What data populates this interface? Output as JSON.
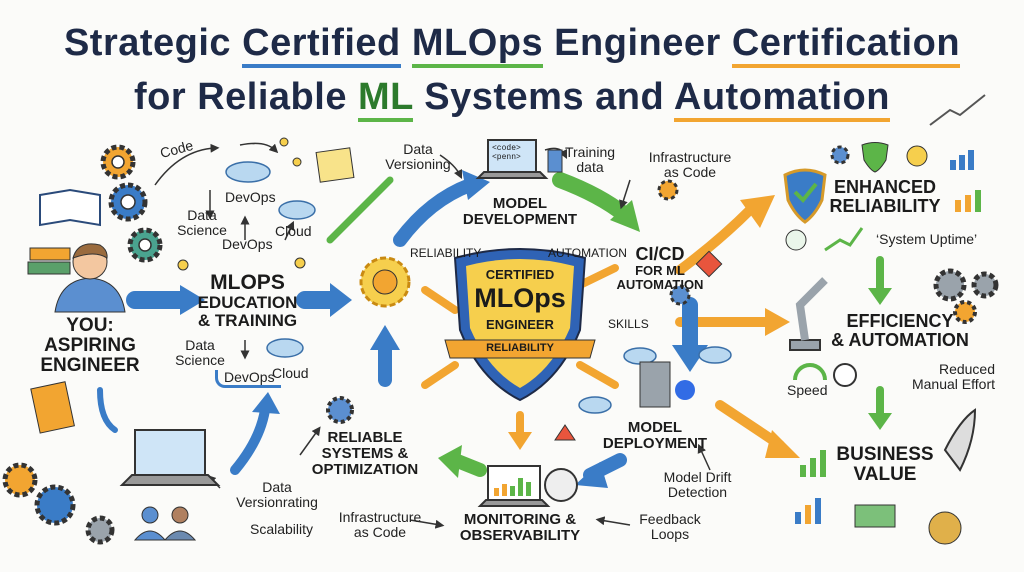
{
  "title": {
    "line1": {
      "w1": "Strategic",
      "w2": "Certified",
      "w3": "MLOps",
      "w4": "Engineer",
      "w5": "Certification"
    },
    "line2": {
      "w1": "for Reliable",
      "w2": "ML",
      "w3": "Systems and",
      "w4": "Automation"
    }
  },
  "badge": {
    "top": "CERTIFIED",
    "main": "MLOps",
    "sub": "ENGINEER",
    "ribbon": "RELIABILITY"
  },
  "nodes": {
    "you": [
      "YOU:",
      "ASPIRING",
      "ENGINEER"
    ],
    "education": [
      "MLOPS",
      "EDUCATION",
      "& TRAINING"
    ],
    "model_dev": [
      "MODEL",
      "DEVELOPMENT"
    ],
    "cicd": [
      "CI/CD",
      "FOR ML",
      "AUTOMATION"
    ],
    "deployment": [
      "MODEL",
      "DEPLOYMENT"
    ],
    "monitoring": [
      "MONITORING &",
      "OBSERVABILITY"
    ],
    "reliable": [
      "RELIABLE",
      "SYSTEMS &",
      "OPTIMIZATION"
    ],
    "enhanced": [
      "ENHANCED",
      "RELIABILITY"
    ],
    "efficiency": [
      "EFFICIENCY",
      "& AUTOMATION"
    ],
    "business": [
      "BUSINESS",
      "VALUE"
    ]
  },
  "labels": {
    "code": "Code",
    "devops1": "DevOps",
    "data_science1": "Data Science",
    "devops2": "DevOps",
    "cloud1": "Cloud",
    "data_science2": "Data Science",
    "devops3": "DevOps",
    "cloud2": "Cloud",
    "data_versioning": "Data Versioning",
    "training_data": "Training data",
    "infra_code1": "Infrastructure as Code",
    "reliability": "RELIABILITY",
    "automation": "AUTOMATION",
    "skills": "SKILLS",
    "system_uptime": "‘System Uptime’",
    "speed": "Speed",
    "reduced_effort": "Reduced Manual Effort",
    "model_drift": "Model Drift Detection",
    "feedback_loops": "Feedback Loops",
    "infra_code2": "Infrastructure as Code",
    "data_versionrating": "Data Versionrating",
    "scalability": "Scalability",
    "code_snippet1": "<code>",
    "code_snippet2": "<penn>"
  },
  "colors": {
    "blue": "#3a7cc7",
    "green": "#5cb548",
    "orange": "#f2a531",
    "navy": "#1e2a47",
    "gold": "#f6cf4d"
  }
}
